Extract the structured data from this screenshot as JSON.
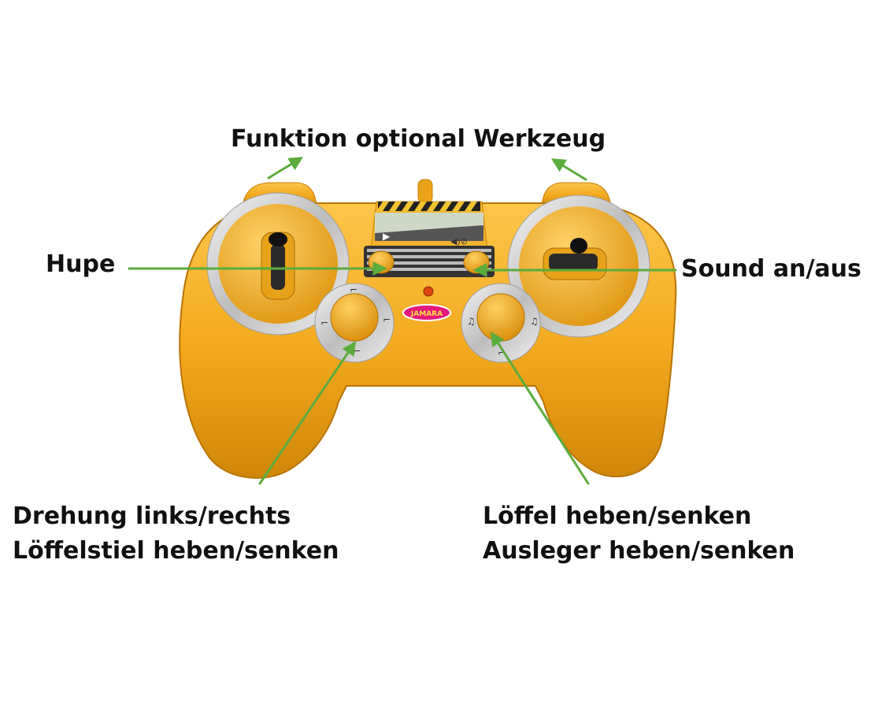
{
  "labels": {
    "top": "Funktion optional Werkzeug",
    "horn": "Hupe",
    "sound": "Sound an/aus",
    "left_lines": [
      "Drehung links/rechts",
      "Löffelstiel heben/senken"
    ],
    "right_lines": [
      "Löffel heben/senken",
      "Ausleger heben/senken"
    ]
  },
  "logo_text": "JAMARA",
  "colors": {
    "body": "#f2a81d",
    "body_dark": "#c77f05",
    "ring": "#d9d9d9",
    "arrow": "#5aac3c",
    "stick": "#2a2a2a",
    "text": "#111111"
  }
}
